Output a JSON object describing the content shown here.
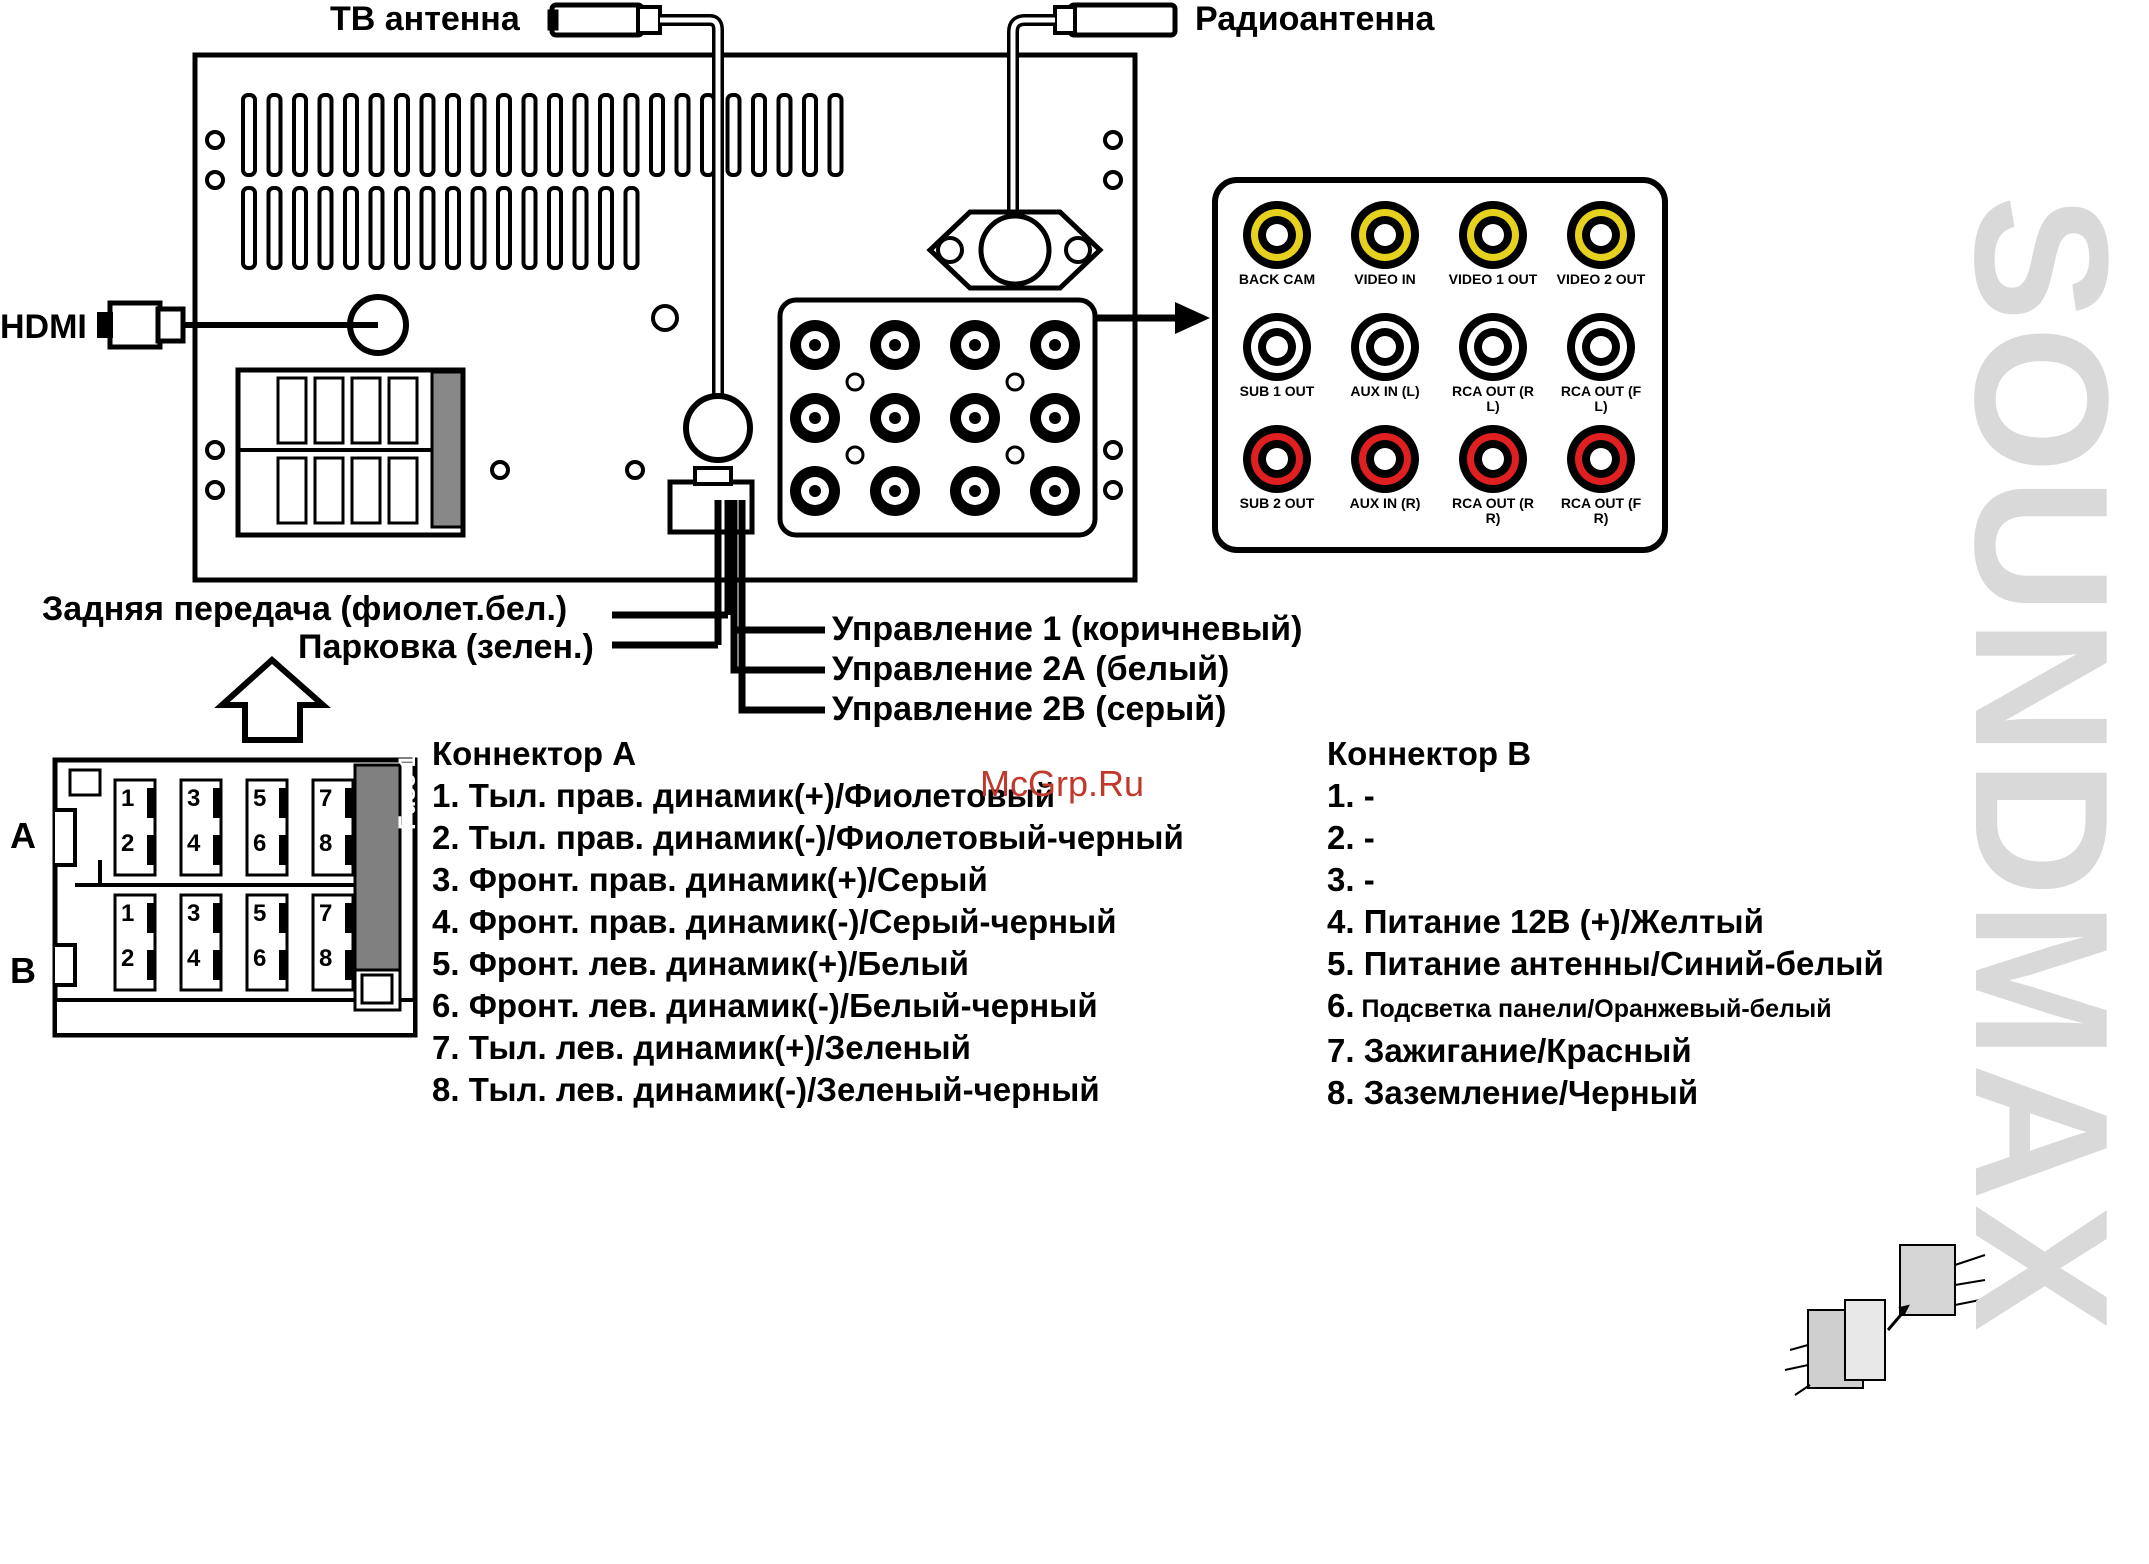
{
  "labels": {
    "tv_antenna": "ТВ антенна",
    "radio_antenna": "Радиоантенна",
    "hdmi": "HDMI",
    "reverse": "Задняя передача (фиолет.бел.)",
    "parking": "Парковка (зелен.)",
    "control1": "Управление 1 (коричневый)",
    "control2a": "Управление 2А (белый)",
    "control2b": "Управление 2В (серый)",
    "conn_a_letter": "A",
    "conn_b_letter": "B",
    "fuse": "Fuse 10A"
  },
  "rca": [
    {
      "row": 0,
      "col": 0,
      "label": "BACK CAM",
      "color": "#e6d21e"
    },
    {
      "row": 0,
      "col": 1,
      "label": "VIDEO IN",
      "color": "#e6d21e"
    },
    {
      "row": 0,
      "col": 2,
      "label": "VIDEO 1 OUT",
      "color": "#e6d21e"
    },
    {
      "row": 0,
      "col": 3,
      "label": "VIDEO 2 OUT",
      "color": "#e6d21e"
    },
    {
      "row": 1,
      "col": 0,
      "label": "SUB 1 OUT",
      "color": "#ffffff"
    },
    {
      "row": 1,
      "col": 1,
      "label": "AUX IN (L)",
      "color": "#ffffff"
    },
    {
      "row": 1,
      "col": 2,
      "label": "RCA OUT (R L)",
      "color": "#ffffff"
    },
    {
      "row": 1,
      "col": 3,
      "label": "RCA OUT (F L)",
      "color": "#ffffff"
    },
    {
      "row": 2,
      "col": 0,
      "label": "SUB 2 OUT",
      "color": "#e02020"
    },
    {
      "row": 2,
      "col": 1,
      "label": "AUX IN (R)",
      "color": "#e02020"
    },
    {
      "row": 2,
      "col": 2,
      "label": "RCA OUT (R R)",
      "color": "#e02020"
    },
    {
      "row": 2,
      "col": 3,
      "label": "RCA OUT (F R)",
      "color": "#e02020"
    }
  ],
  "connector_a": {
    "title": "Коннектор А",
    "items": [
      "1. Тыл. прав. динамик(+)/Фиолетовый",
      "2. Тыл. прав. динамик(-)/Фиолетовый-черный",
      "3. Фронт. прав. динамик(+)/Серый",
      "4. Фронт. прав. динамик(-)/Серый-черный",
      "5. Фронт. лев. динамик(+)/Белый",
      "6. Фронт. лев. динамик(-)/Белый-черный",
      "7. Тыл. лев. динамик(+)/Зеленый",
      "8. Тыл. лев. динамик(-)/Зеленый-черный"
    ]
  },
  "connector_b": {
    "title": "Коннектор B",
    "items": [
      {
        "num": "1.",
        "text": " -"
      },
      {
        "num": "2.",
        "text": " -"
      },
      {
        "num": "3.",
        "text": " -"
      },
      {
        "num": "4.",
        "text": " Питание 12В (+)/Желтый"
      },
      {
        "num": "5.",
        "text": " Питание антенны/Синий-белый"
      },
      {
        "num": "6.",
        "text": " Подсветка панели/Оранжевый-белый"
      },
      {
        "num": "7.",
        "text": " Зажигание/Красный"
      },
      {
        "num": "8.",
        "text": " Заземление/Черный"
      }
    ]
  },
  "pins_top": [
    "1",
    "3",
    "5",
    "7"
  ],
  "pins_bottom": [
    "2",
    "4",
    "6",
    "8"
  ],
  "watermark": "McGrp.Ru",
  "brand": "SOUNDMAX"
}
